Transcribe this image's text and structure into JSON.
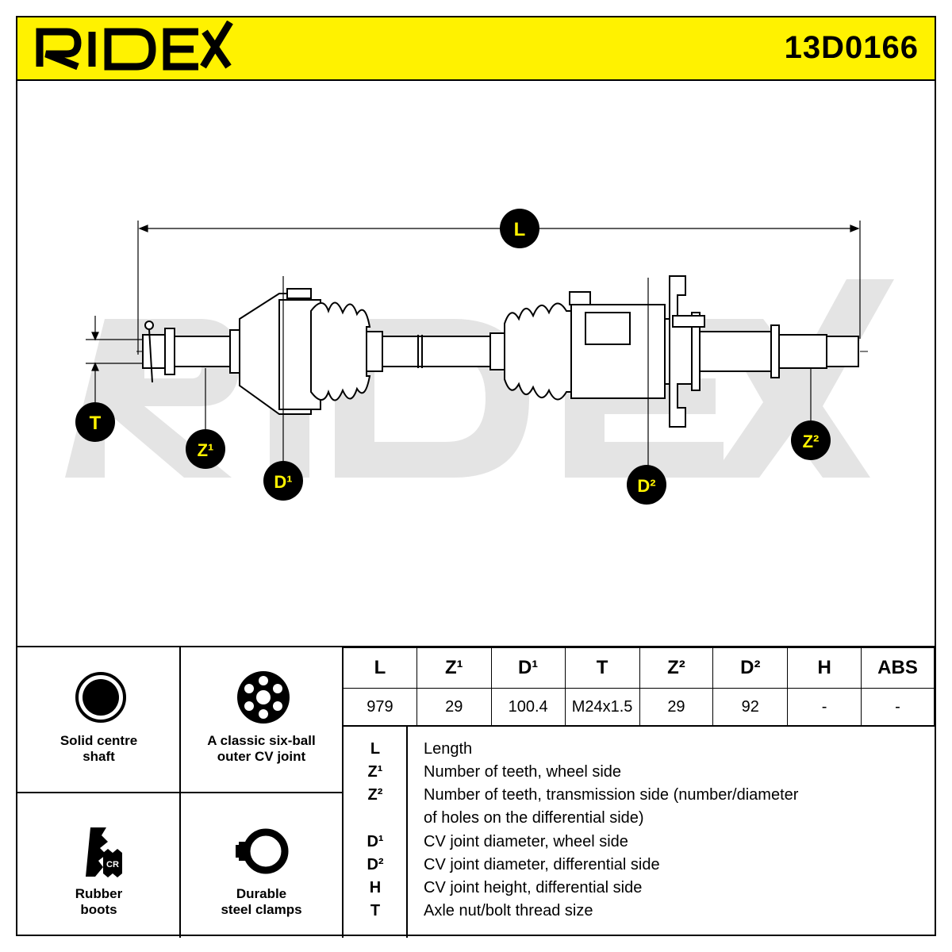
{
  "header": {
    "brand": "RIDEX",
    "part_number": "13D0166",
    "accent_color": "#fff200"
  },
  "diagram": {
    "callouts": {
      "L": "L",
      "T": "T",
      "Z1": "Z¹",
      "D1": "D¹",
      "D2": "D²",
      "Z2": "Z²"
    },
    "watermark": "RIDEX"
  },
  "features": [
    {
      "icon": "solid-shaft-icon",
      "label_line1": "Solid centre",
      "label_line2": "shaft"
    },
    {
      "icon": "six-ball-joint-icon",
      "label_line1": "A classic six-ball",
      "label_line2": "outer CV joint"
    },
    {
      "icon": "rubber-boot-icon",
      "badge": "CR",
      "label_line1": "Rubber",
      "label_line2": "boots"
    },
    {
      "icon": "steel-clamp-icon",
      "label_line1": "Durable",
      "label_line2": "steel clamps"
    }
  ],
  "spec_table": {
    "headers": [
      "L",
      "Z¹",
      "D¹",
      "T",
      "Z²",
      "D²",
      "H",
      "ABS"
    ],
    "values": [
      "979",
      "29",
      "100.4",
      "M24x1.5",
      "29",
      "92",
      "-",
      "-"
    ]
  },
  "legend": [
    {
      "symbol": "L",
      "text": "Length"
    },
    {
      "symbol": "Z¹",
      "text": "Number of teeth, wheel side"
    },
    {
      "symbol": "Z²",
      "text": "Number of teeth, transmission side (number/diameter"
    },
    {
      "symbol": "",
      "text": "of holes on the differential side)"
    },
    {
      "symbol": "D¹",
      "text": "CV joint diameter, wheel side"
    },
    {
      "symbol": "D²",
      "text": "CV joint diameter, differential side"
    },
    {
      "symbol": "H",
      "text": "CV joint height, differential side"
    },
    {
      "symbol": "T",
      "text": "Axle nut/bolt thread size"
    }
  ]
}
